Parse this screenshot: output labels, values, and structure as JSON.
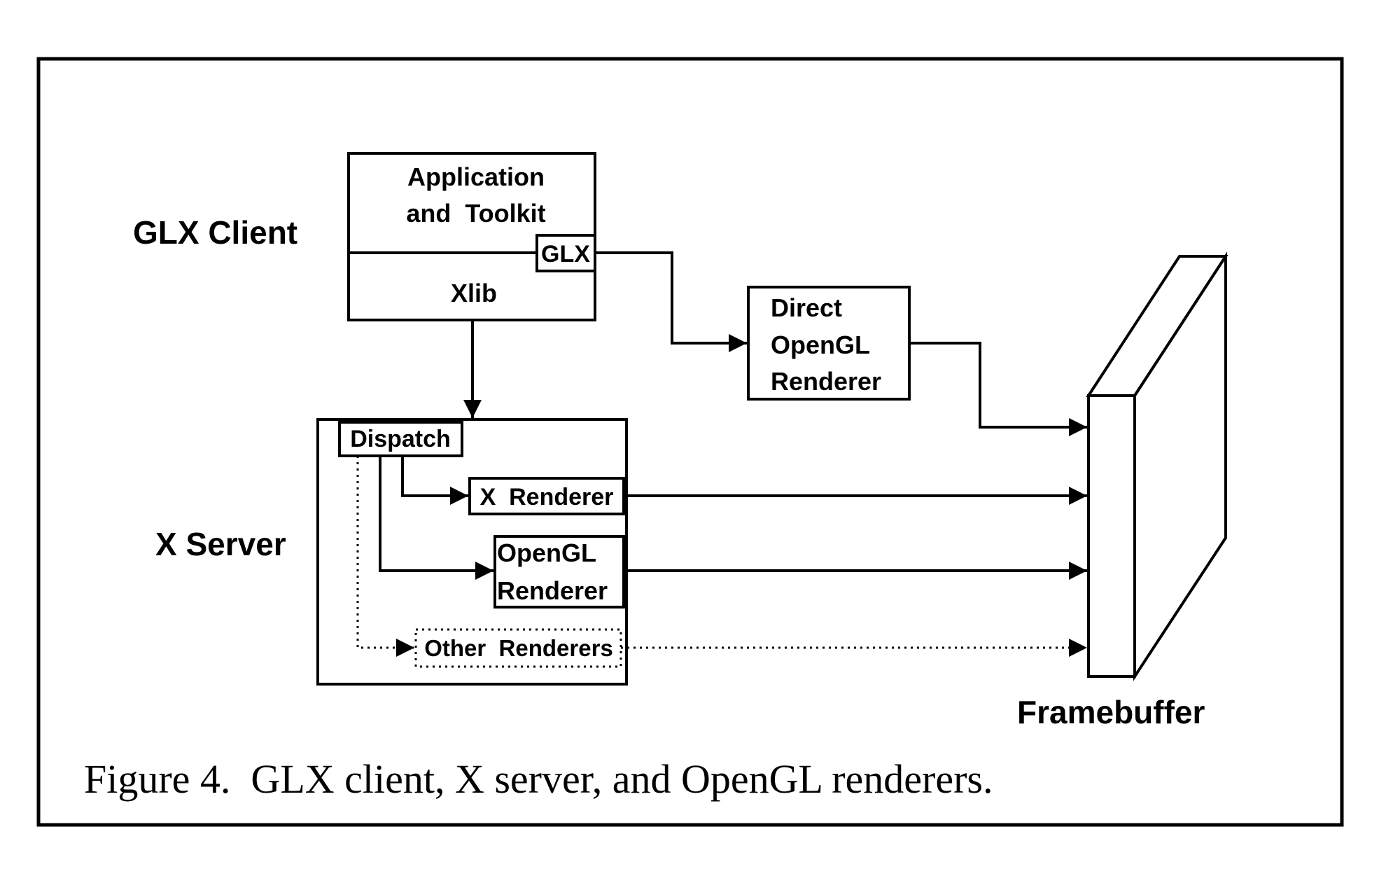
{
  "groups": {
    "glx_client": "GLX Client",
    "x_server": "X Server",
    "framebuffer": "Framebuffer"
  },
  "nodes": {
    "application_line1": "Application",
    "application_line2": "and  Toolkit",
    "glx": "GLX",
    "xlib": "Xlib",
    "direct_line1": "Direct",
    "direct_line2": "OpenGL",
    "direct_line3": "Renderer",
    "dispatch": "Dispatch",
    "x_renderer": "X  Renderer",
    "opengl_renderer_line1": "OpenGL",
    "opengl_renderer_line2": "Renderer",
    "other_renderers": "Other  Renderers"
  },
  "caption": "Figure 4.  GLX client, X server, and OpenGL renderers."
}
